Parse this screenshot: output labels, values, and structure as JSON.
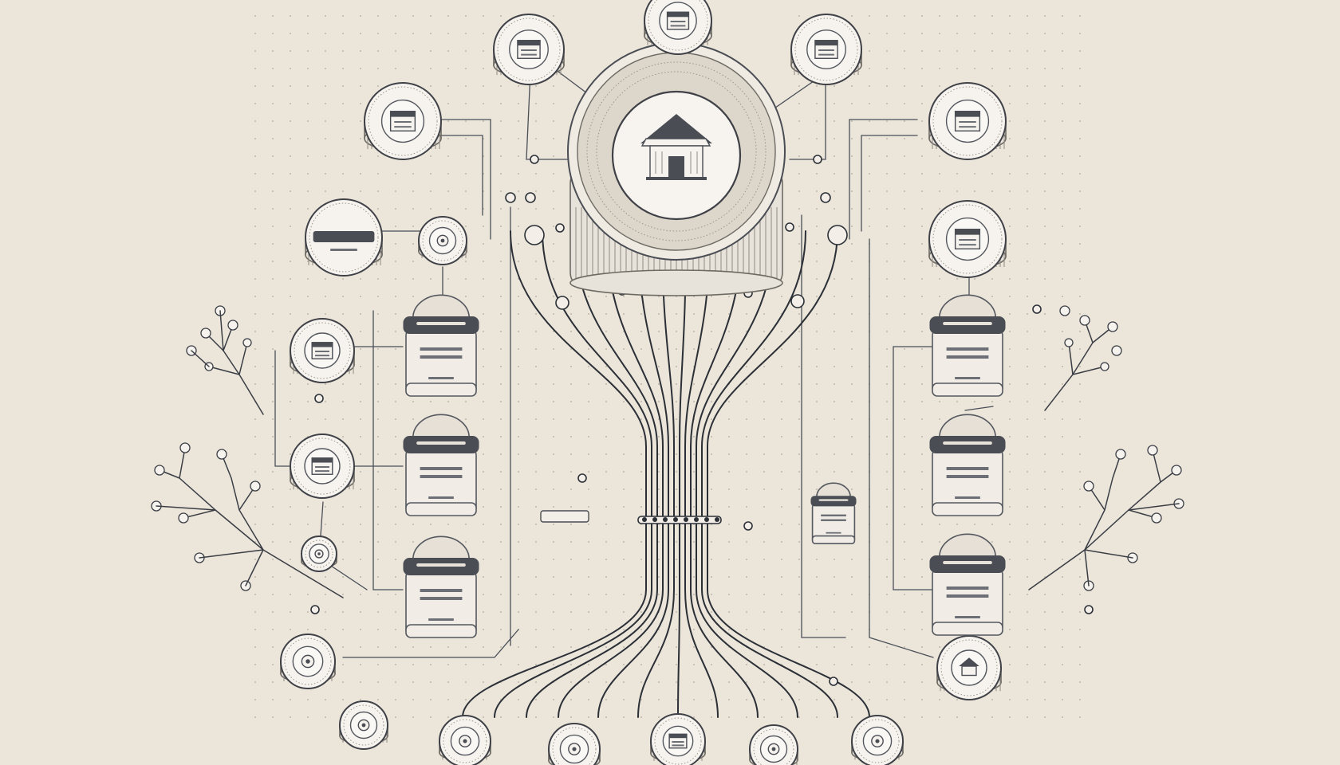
{
  "diagram": {
    "hub": {
      "icon": "house-icon"
    },
    "peripheral_nodes": [
      {
        "id": "top-center",
        "icon": "document-icon"
      },
      {
        "id": "top-left",
        "icon": "window-grid-icon"
      },
      {
        "id": "top-right",
        "icon": "briefcase-icon"
      },
      {
        "id": "upper-left",
        "icon": "browser-window-icon"
      },
      {
        "id": "upper-right",
        "icon": "list-document-icon"
      },
      {
        "id": "mid-left-label",
        "icon": "label-tag-icon"
      },
      {
        "id": "mid-left-small",
        "icon": "circle-icon"
      },
      {
        "id": "mid-right",
        "icon": "book-icon"
      },
      {
        "id": "left-1",
        "icon": "folder-icon"
      },
      {
        "id": "left-2",
        "icon": "folder-image-icon"
      },
      {
        "id": "left-3",
        "icon": "circle-icon"
      },
      {
        "id": "bottom-left-1",
        "icon": "circle-icon"
      },
      {
        "id": "bottom-left-2",
        "icon": "circle-icon"
      },
      {
        "id": "bottom-1",
        "icon": "circle-icon"
      },
      {
        "id": "bottom-2",
        "icon": "circle-icon"
      },
      {
        "id": "bottom-3",
        "icon": "document-icon"
      },
      {
        "id": "bottom-4",
        "icon": "circle-icon"
      },
      {
        "id": "bottom-5",
        "icon": "circle-icon"
      },
      {
        "id": "bottom-right",
        "icon": "house-small-icon"
      }
    ],
    "cards": [
      {
        "id": "card-left-1",
        "icon": "list-icon"
      },
      {
        "id": "card-left-2",
        "icon": "list-icon"
      },
      {
        "id": "card-left-3",
        "icon": "list-icon"
      },
      {
        "id": "card-right-1",
        "icon": "list-icon"
      },
      {
        "id": "card-right-2",
        "icon": "list-icon"
      },
      {
        "id": "card-right-3",
        "icon": "list-icon"
      },
      {
        "id": "card-center-small",
        "icon": "list-icon"
      }
    ],
    "colors": {
      "background": "#ebe5da",
      "line": "#2b2f36",
      "node_fill": "#f6f3ee",
      "label_fill": "#4a4d54"
    }
  }
}
